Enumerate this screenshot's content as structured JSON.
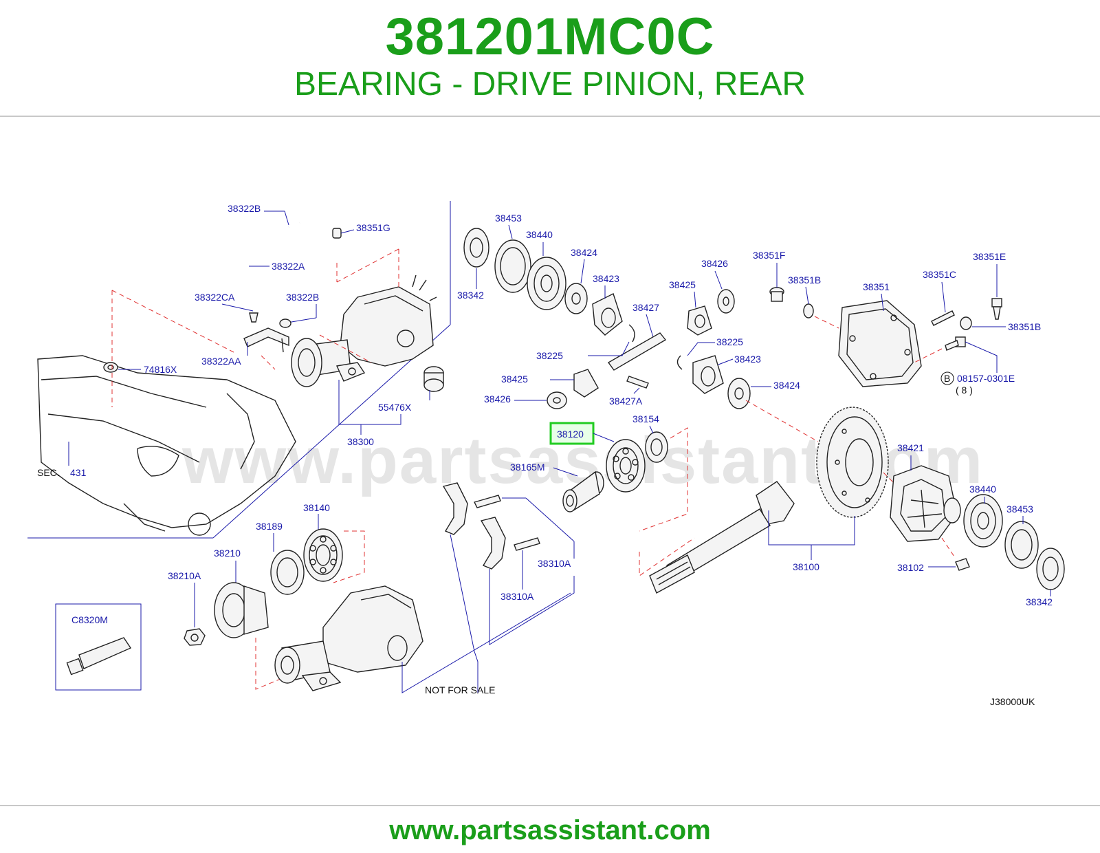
{
  "header": {
    "part_number": "381201MC0C",
    "description": "BEARING - DRIVE PINION, REAR"
  },
  "diagram": {
    "watermark": "www.partsassistant.com",
    "highlighted_part": "38120",
    "diagram_code": "J38000UK",
    "sec_label": "SEC.",
    "sec_number": "431",
    "not_for_sale": "NOT   FOR   SALE",
    "bolt_marker": "B",
    "bolt_qty": "( 8 )",
    "sealant_label": "C8320M",
    "callouts": {
      "p38322B_1": "38322B",
      "p38351G": "38351G",
      "p38322A": "38322A",
      "p38322CA": "38322CA",
      "p38322B_2": "38322B",
      "p38322AA": "38322AA",
      "p74816X": "74816X",
      "p55476X": "55476X",
      "p38300": "38300",
      "p38453_1": "38453",
      "p38440_1": "38440",
      "p38342_1": "38342",
      "p38424_1": "38424",
      "p38423_1": "38423",
      "p38427": "38427",
      "p38225_1": "38225",
      "p38426_1": "38426",
      "p38425_1": "38425",
      "p38351F": "38351F",
      "p38351B_1": "38351B",
      "p38351": "38351",
      "p38351C": "38351C",
      "p38351E": "38351E",
      "p38351B_2": "38351B",
      "p08157": "08157-0301E",
      "p38225_2": "38225",
      "p38423_2": "38423",
      "p38425_2": "38425",
      "p38426_2": "38426",
      "p38427A": "38427A",
      "p38424_2": "38424",
      "p38154": "38154",
      "p38165M": "38165M",
      "p38421": "38421",
      "p38440_2": "38440",
      "p38453_2": "38453",
      "p38140": "38140",
      "p38189": "38189",
      "p38210": "38210",
      "p38210A": "38210A",
      "p38310A_1": "38310A",
      "p38310A_2": "38310A",
      "p38100": "38100",
      "p38102": "38102",
      "p38342_2": "38342"
    }
  },
  "footer": {
    "url": "www.partsassistant.com"
  },
  "colors": {
    "brand_green": "#1a9e1a",
    "label_blue": "#1a1aaa",
    "dashed_red": "#e03030",
    "highlight_green": "#22cc22"
  }
}
